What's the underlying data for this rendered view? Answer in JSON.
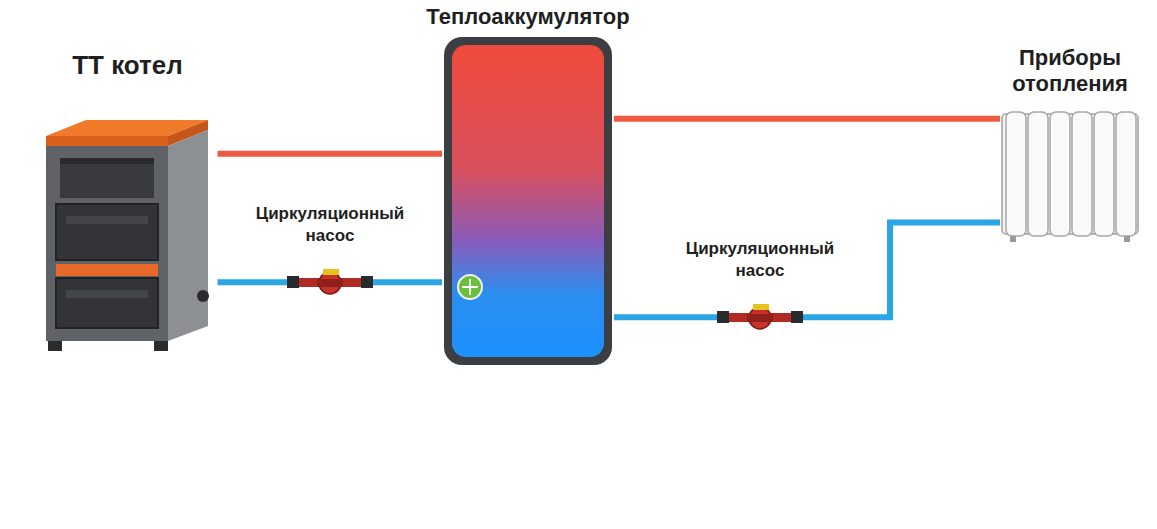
{
  "diagram": {
    "nodes": [
      {
        "text": [
          "ТТ котел"
        ]
      },
      {
        "text": [
          "Циркуляционный насос"
        ]
      },
      {
        "text": [
          "Теплоаккумулятор"
        ]
      },
      {
        "text": [
          "Циркуляционный насос"
        ]
      },
      {
        "text": [
          "Приборы отопления"
        ]
      }
    ],
    "edges": [
      {
        "from": 0,
        "to": 2,
        "arrow": "none"
      },
      {
        "from": 2,
        "to": 1,
        "arrow": "none"
      },
      {
        "from": 1,
        "to": 0,
        "arrow": "none"
      },
      {
        "from": 2,
        "to": 4,
        "arrow": "none"
      },
      {
        "from": 2,
        "to": 3,
        "arrow": "none"
      },
      {
        "from": 3,
        "to": 4,
        "arrow": "none"
      }
    ]
  }
}
